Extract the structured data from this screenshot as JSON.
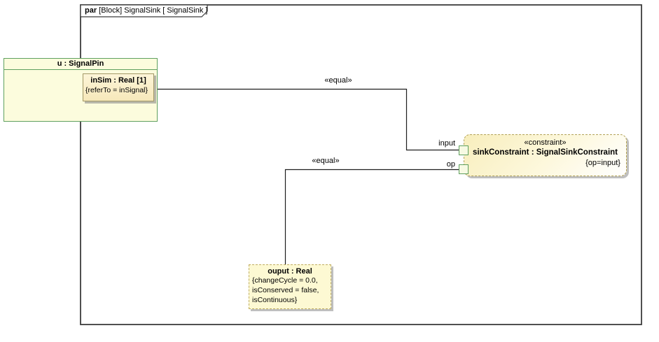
{
  "tab": {
    "keyword": "par",
    "rest": " [Block] SignalSink [ SignalSink ]"
  },
  "blocks": {
    "signal_pin": {
      "title": "u : SignalPin"
    },
    "in_sim": {
      "title": "inSim : Real [1]",
      "body": "{referTo = inSignal}"
    },
    "sink_constraint": {
      "stereotype": "«constraint»",
      "title": "sinkConstraint : SignalSinkConstraint",
      "property": "{op=input}"
    },
    "ouput": {
      "title": "ouput : Real",
      "line1": "{changeCycle = 0.0,",
      "line2": "isConserved = false,",
      "line3": "isContinuous}"
    }
  },
  "ports": {
    "input": "input",
    "op": "op"
  },
  "connectors": {
    "equal_top": "«equal»",
    "equal_bottom": "«equal»"
  },
  "colors": {
    "frame_stroke": "#3c3c3c",
    "green_border": "#5fa05f",
    "pale_yellow_fill": "#fcfcdd",
    "tan_fill": "#f6e8ba",
    "olive_border": "#a39866",
    "dashed_olive": "#b3a358",
    "ouput_fill": "#fdf9d3",
    "connector_stroke": "#1f1f1f"
  }
}
